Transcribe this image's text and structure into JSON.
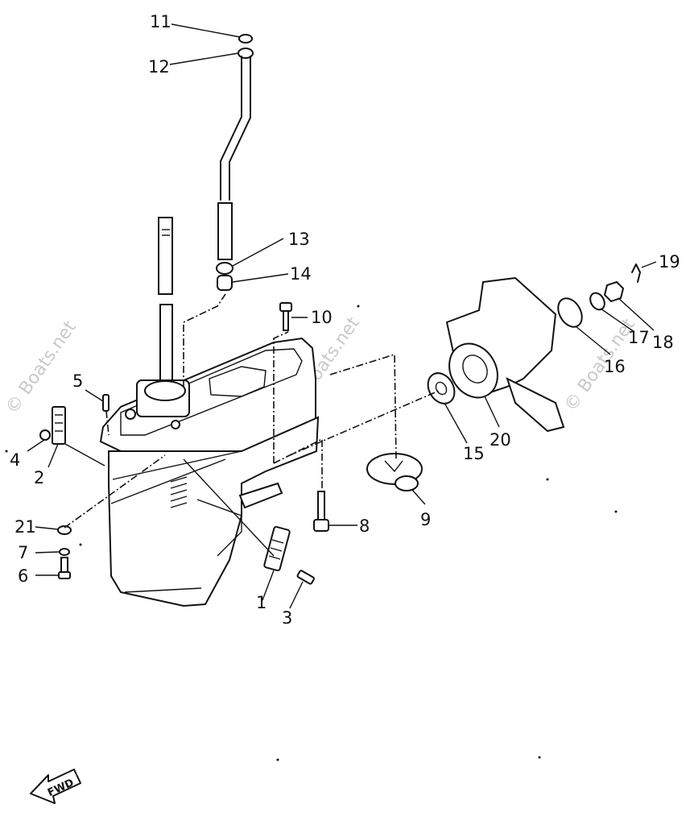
{
  "callouts": [
    "1",
    "2",
    "3",
    "4",
    "5",
    "6",
    "7",
    "8",
    "9",
    "10",
    "11",
    "12",
    "13",
    "14",
    "15",
    "16",
    "17",
    "18",
    "19",
    "20",
    "21"
  ],
  "watermark": "© Boats.net",
  "direction_label": "FWD"
}
